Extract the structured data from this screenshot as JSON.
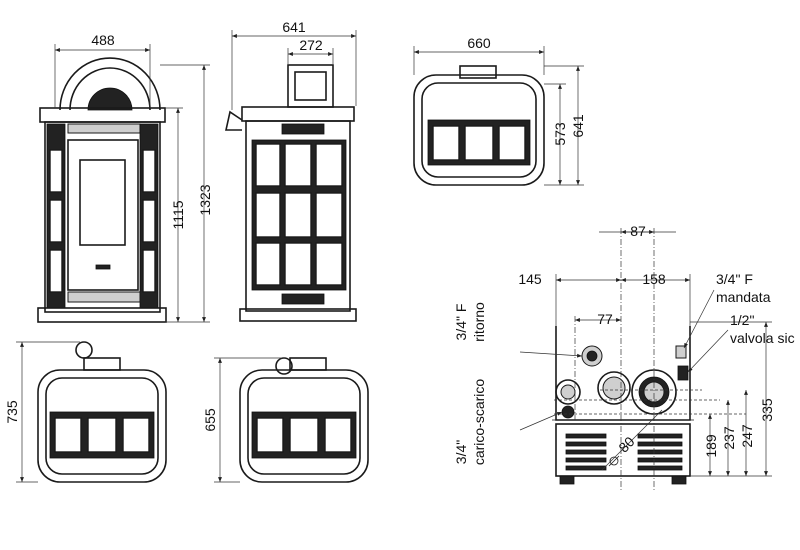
{
  "dims": {
    "front_width": "488",
    "side_width": "641",
    "side_top_width": "272",
    "side_height_total": "1323",
    "side_height_body": "1115",
    "top_width": "660",
    "top_depth_inner": "573",
    "top_depth": "641",
    "plan_a_depth": "735",
    "plan_b_depth": "655",
    "rear_87": "87",
    "rear_145": "145",
    "rear_158": "158",
    "rear_77": "77",
    "rear_80": "80",
    "rear_189": "189",
    "rear_237": "237",
    "rear_247": "247",
    "rear_335": "335"
  },
  "labels": {
    "ritorno_size": "3/4\" F",
    "ritorno": "ritorno",
    "carico_size": "3/4\"",
    "carico": "carico-scarico",
    "mandata_size": "3/4\" F",
    "mandata": "mandata",
    "valvola_size": "1/2\"",
    "valvola": "valvola sic"
  }
}
